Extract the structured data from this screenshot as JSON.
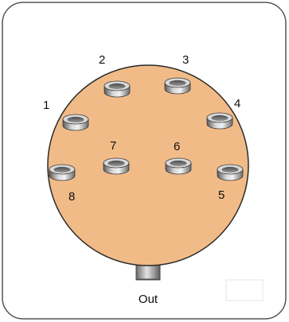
{
  "colors": {
    "frame_border": "#555555",
    "disc_fill": "#f1bb88",
    "disc_stroke": "#2a2a2a",
    "port_light": "#e6e6e6",
    "port_mid": "#a8a8a8",
    "port_dark": "#555555"
  },
  "ports": [
    {
      "id": "1",
      "label": "1"
    },
    {
      "id": "2",
      "label": "2"
    },
    {
      "id": "3",
      "label": "3"
    },
    {
      "id": "4",
      "label": "4"
    },
    {
      "id": "5",
      "label": "5"
    },
    {
      "id": "6",
      "label": "6"
    },
    {
      "id": "7",
      "label": "7"
    },
    {
      "id": "8",
      "label": "8"
    }
  ],
  "output": {
    "label": "Out"
  }
}
